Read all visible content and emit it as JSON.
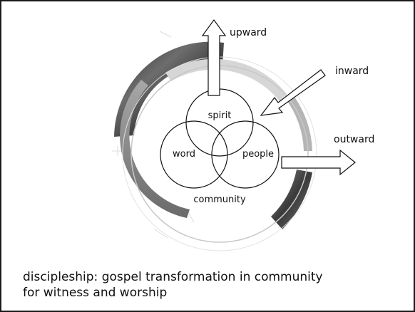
{
  "diagram": {
    "circles": {
      "spirit": "spirit",
      "word": "word",
      "people": "people"
    },
    "community_label": "community",
    "arrows": {
      "upward": "upward",
      "inward": "inward",
      "outward": "outward"
    }
  },
  "caption": {
    "line1": "discipleship: gospel transformation in community",
    "line2": "for witness and worship"
  }
}
